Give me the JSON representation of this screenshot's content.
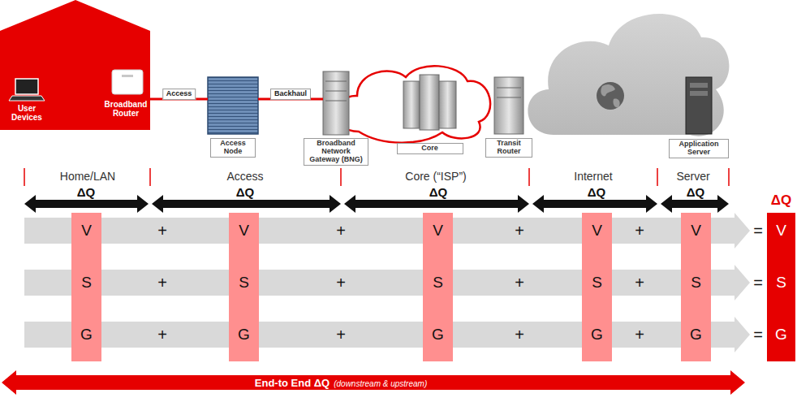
{
  "diagram": {
    "nodes": [
      {
        "text": [
          "User Devices",
          "Broadband Router"
        ]
      },
      {
        "text": [
          "Access Node"
        ]
      },
      {
        "text": [
          "Broadband Network Gateway (BNG)"
        ]
      },
      {
        "text": [
          "Core"
        ]
      },
      {
        "text": [
          "Transit Router"
        ]
      },
      {
        "text": [
          "Application Server"
        ]
      },
      {
        "text": [
          "V",
          "S",
          "G"
        ]
      },
      {
        "text": [
          "V",
          "S",
          "G"
        ]
      },
      {
        "text": [
          "V",
          "S",
          "G"
        ]
      },
      {
        "text": [
          "V",
          "S",
          "G"
        ]
      },
      {
        "text": [
          "V",
          "S",
          "G"
        ]
      },
      {
        "text": [
          "ΔQ",
          "V",
          "S",
          "G"
        ]
      }
    ],
    "edges": [
      {
        "from": 0,
        "to": 1,
        "arrow": "none",
        "label": "Access"
      },
      {
        "from": 1,
        "to": 2,
        "arrow": "none",
        "label": "Backhaul"
      }
    ],
    "labels": [
      "Home/LAN",
      "Access",
      "Core (“ISP”)",
      "Internet",
      "Server",
      "ΔQ",
      "ΔQ",
      "ΔQ",
      "ΔQ",
      "ΔQ",
      "+",
      "+",
      "+",
      "+",
      "+",
      "+",
      "+",
      "+",
      "+",
      "+",
      "+",
      "+",
      "=",
      "=",
      "=",
      "End-to End ΔQ",
      "(downstream & upstream)"
    ]
  }
}
